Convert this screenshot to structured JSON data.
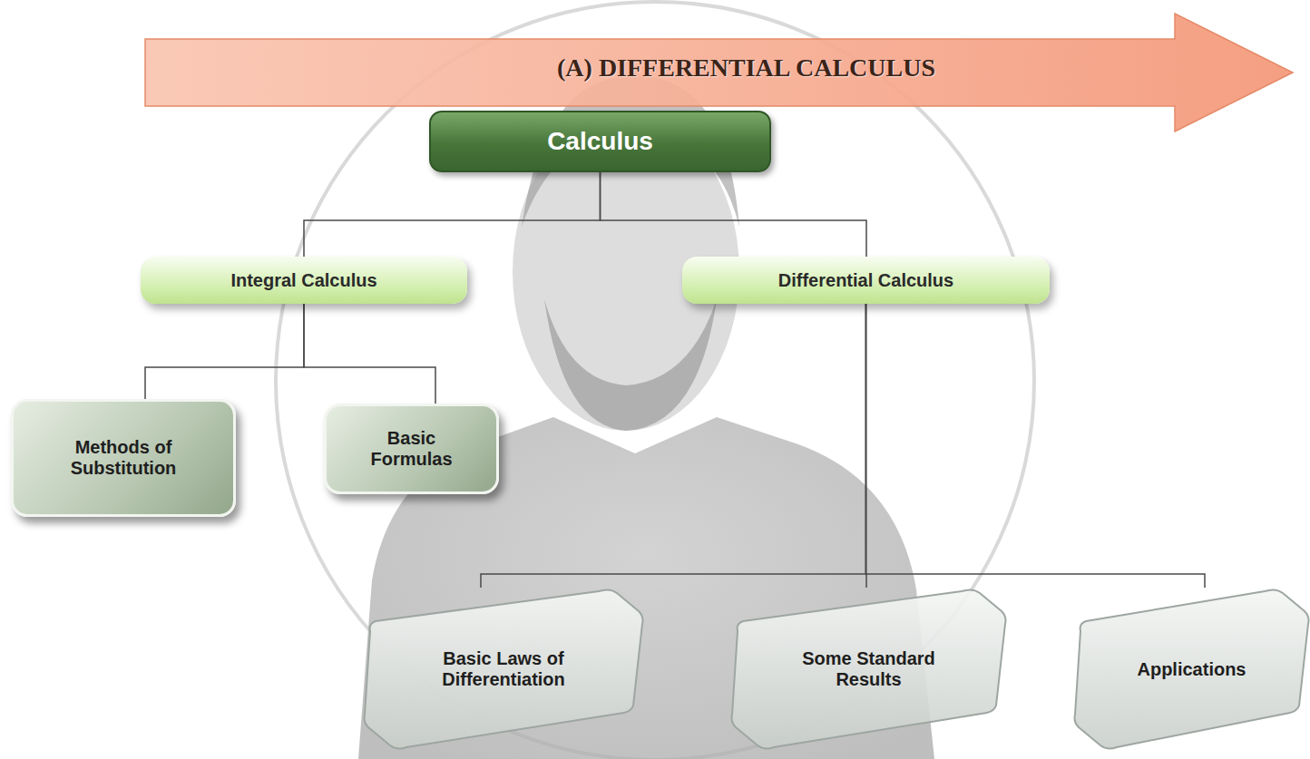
{
  "diagram": {
    "nodes": [
      {
        "text": [
          "(A) DIFFERENTIAL CALCULUS"
        ]
      },
      {
        "text": [
          "Calculus"
        ]
      },
      {
        "text": [
          "Integral Calculus"
        ]
      },
      {
        "text": [
          "Differential Calculus"
        ]
      },
      {
        "text": [
          "Methods of Substitution"
        ]
      },
      {
        "text": [
          "Basic Formulas"
        ]
      },
      {
        "text": [
          "Basic Laws of Differentiation"
        ]
      },
      {
        "text": [
          "Some Standard Results"
        ]
      },
      {
        "text": [
          "Applications"
        ]
      }
    ],
    "edges": [
      {
        "from": 1,
        "to": 2,
        "arrow": "none"
      },
      {
        "from": 1,
        "to": 3,
        "arrow": "none"
      },
      {
        "from": 2,
        "to": 4,
        "arrow": "none"
      },
      {
        "from": 2,
        "to": 5,
        "arrow": "none"
      },
      {
        "from": 3,
        "to": 6,
        "arrow": "none"
      },
      {
        "from": 3,
        "to": 7,
        "arrow": "none"
      },
      {
        "from": 3,
        "to": 8,
        "arrow": "none"
      }
    ]
  }
}
